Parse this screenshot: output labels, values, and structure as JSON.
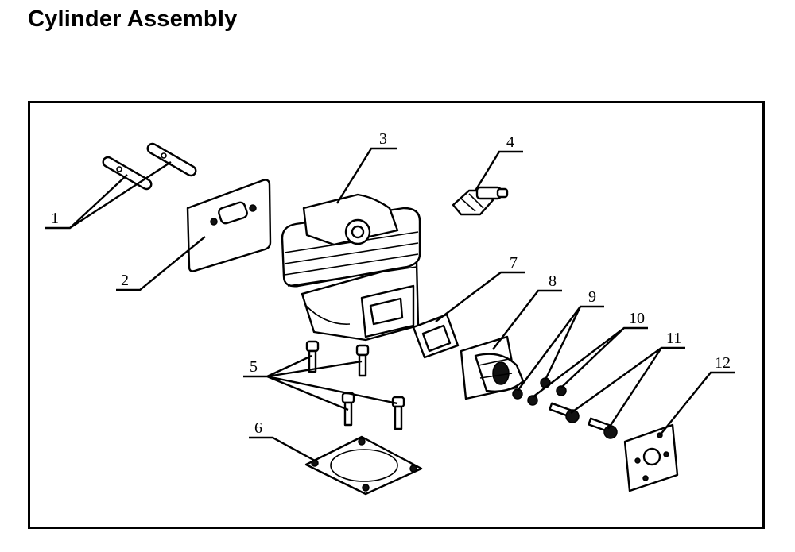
{
  "title": "Cylinder Assembly",
  "callouts": [
    "1",
    "2",
    "3",
    "4",
    "5",
    "6",
    "7",
    "8",
    "9",
    "10",
    "11",
    "12"
  ]
}
